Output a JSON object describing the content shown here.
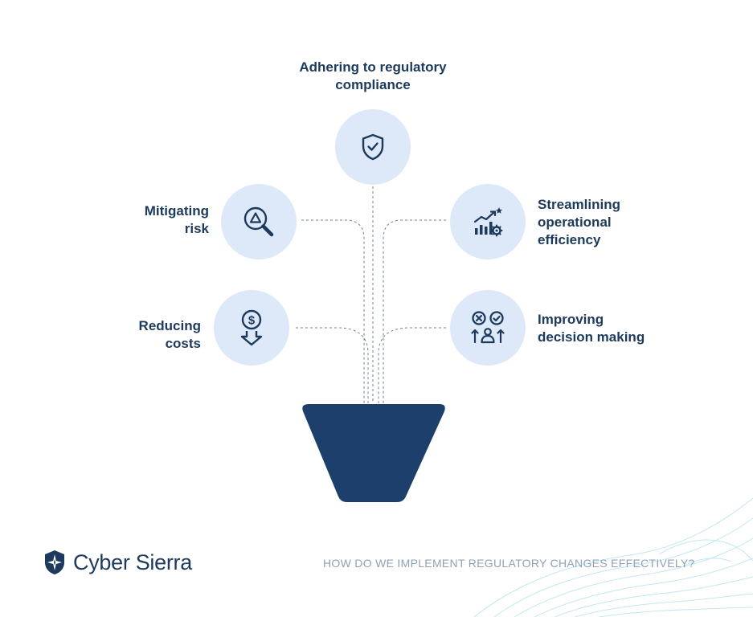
{
  "diagram": {
    "top": {
      "line1": "Adhering to regulatory",
      "line2": "compliance",
      "icon": "shield-check-icon"
    },
    "left_upper": {
      "line1": "Mitigating",
      "line2": "risk",
      "icon": "magnifier-triangle-icon"
    },
    "right_upper": {
      "line1": "Streamlining",
      "line2": "operational",
      "line3": "efficiency",
      "icon": "growth-chart-gear-icon"
    },
    "left_lower": {
      "line1": "Reducing",
      "line2": "costs",
      "icon": "dollar-down-arrow-icon"
    },
    "right_lower": {
      "line1": "Improving",
      "line2": "decision making",
      "icon": "decision-people-icon"
    }
  },
  "footer": {
    "brand": "Cyber Sierra",
    "tagline": "HOW DO WE IMPLEMENT REGULATORY CHANGES EFFECTIVELY?"
  },
  "colors": {
    "navy": "#1d3a5c",
    "circle_fill": "#dde8f8",
    "pot": "#1d3f6b",
    "tagline": "#8fa1b7",
    "wave": "#aee0ea"
  }
}
